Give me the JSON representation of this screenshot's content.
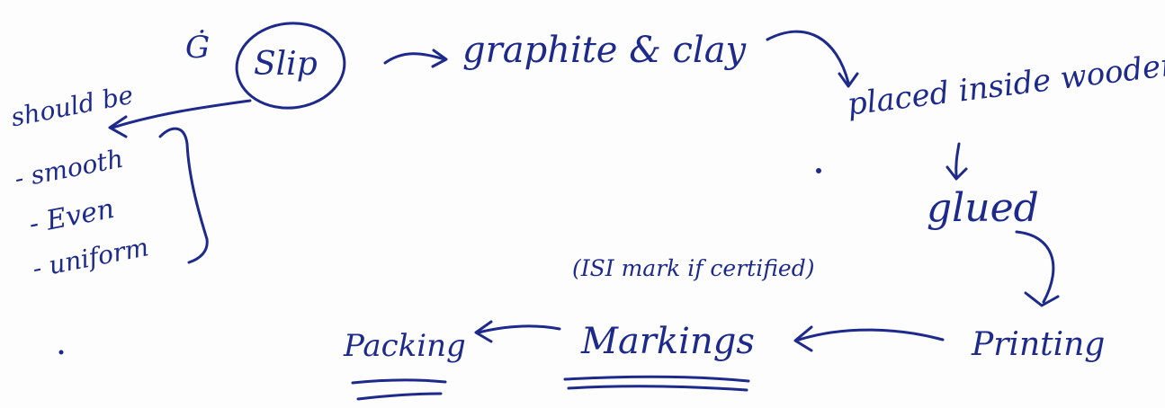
{
  "diagram": {
    "ink_color": "#1d2a8c",
    "nodes": {
      "marker": "Ġ",
      "slip": "Slip",
      "graphite_clay": "graphite & clay",
      "placed": "placed inside wooden",
      "glued": "glued",
      "printing": "Printing",
      "markings": "Markings",
      "packing": "Packing",
      "isi_note": "(ISI mark if certified)"
    },
    "slip_properties": {
      "heading": "should be",
      "items": [
        "- smooth",
        "- Even",
        "- uniform"
      ]
    }
  }
}
